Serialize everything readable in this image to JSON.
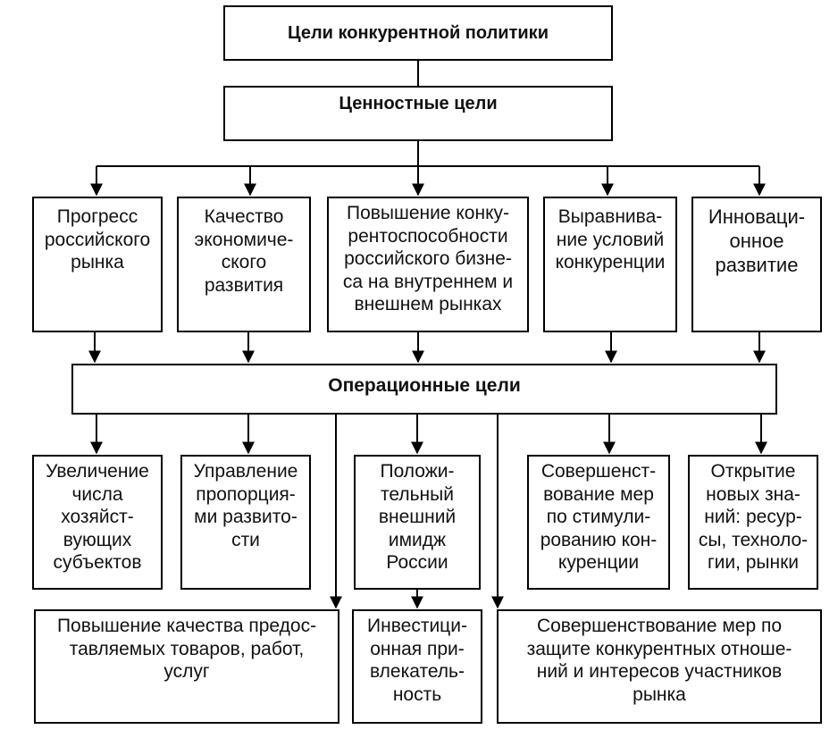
{
  "title": "Цели конкурентной политики",
  "value_goals": {
    "label": "Ценностные цели",
    "items": [
      "Прогресс\nроссийского\nрынка",
      "Качество\nэкономиче-\nского\nразвития",
      "Повышение конку-\nрентоспособности\nроссийского бизне-\nса на внутреннем и\nвнешнем рынках",
      "Выравнива-\nние условий\nконкуренции",
      "Инноваци-\nонное\nразвитие"
    ]
  },
  "operational_goals": {
    "label": "Операционные цели",
    "items": [
      "Увеличение\nчисла\nхозяйст-\nвующих\nсубъектов",
      "Управление\nпропорция-\nми развито-\nсти",
      "Положи-\nтельный\nвнешний\nимидж\nРоссии",
      "Совершенст-\nвование мер\nпо стимули-\nрованию кон-\nкуренции",
      "Открытие\nновых зна-\nний: ресур-\nсы, техноло-\nгии, рынки"
    ],
    "bottom_items": [
      "Повышение качества предос-\nтавляемых товаров, работ,\nуслуг",
      "Инвестици-\nонная при-\nвлекатель-\nность",
      "Совершенствование мер по\nзащите конкурентных отноше-\nний и интересов участников\nрынка"
    ]
  }
}
